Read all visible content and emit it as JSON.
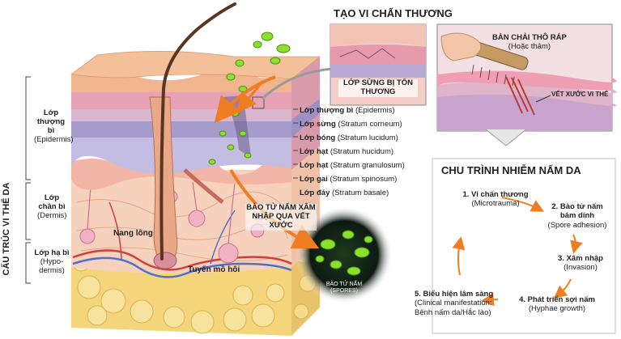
{
  "title_trauma": "TẠO VI CHẤN THƯƠNG",
  "side_label": "CẤU TRÚC VI THỂ DA",
  "left_layers": [
    {
      "name": "Lớp thượng bì",
      "sub": "(Epidermis)"
    },
    {
      "name": "Lớp chân bì",
      "sub": "(Dermis)"
    },
    {
      "name": "Lớp hạ bì",
      "sub": "(Hypo-dermis)"
    }
  ],
  "epidermis_layers": [
    {
      "name": "Lớp thượng bì",
      "latin": "(Epidermis)"
    },
    {
      "name": "Lớp sừng",
      "latin": "(Stratum corneum)"
    },
    {
      "name": "Lớp bóng",
      "latin": "(Stratum lucidum)"
    },
    {
      "name": "Lớp hạt",
      "latin": "(Stratum hucidum)"
    },
    {
      "name": "Lớp hạt",
      "latin": "(Stratum granulosum)"
    },
    {
      "name": "Lớp gai",
      "latin": "(Stratum spinosum)"
    },
    {
      "name": "Lớp đáy",
      "latin": "(Stratum basale)"
    }
  ],
  "zoom_label": "LỚP SỪNG BỊ TỔN THƯƠNG",
  "brush_label": {
    "title": "BÀN CHẢI THÔ RÁP",
    "sub": "(Hoặc thảm)"
  },
  "scratch_label": "VẾT XƯỚC VI THỂ",
  "invasion_label": "BÀO TỬ NẤM XÂM NHẬP QUA VẾT XƯỚC",
  "follicle_label": "Nang lông",
  "sweat_label": "Tuyến mồ hôi",
  "spores_label": {
    "title": "BÀO TỬ NẤM",
    "sub": "(SPORES)"
  },
  "cycle": {
    "title": "CHU TRÌNH NHIỄM NẤM DA",
    "steps": [
      {
        "title": "1. Vi chấn thương",
        "sub": "(Microtrauma)"
      },
      {
        "title": "2. Bào tử nấm bám dính",
        "sub": "(Spore adhesion)"
      },
      {
        "title": "3. Xâm nhập",
        "sub": "(Invasion)"
      },
      {
        "title": "4. Phát triển sợi nấm",
        "sub": "(Hyphae growth)"
      },
      {
        "title": "5. Biểu hiện lâm sàng",
        "sub": "(Clinical manifestation: Bệnh nấm da/Hắc lào)"
      }
    ]
  },
  "colors": {
    "skin_top": "#f0b58f",
    "corneum": "#e7a3b6",
    "granular": "#a69ccc",
    "spinosum": "#c4bde3",
    "dermis": "#f6d2bd",
    "hypodermis": "#f4d57c",
    "spore": "#7ed321",
    "arrow": "#ef7d22",
    "blood_red": "#d43b3b",
    "blood_blue": "#4f6fc8"
  }
}
